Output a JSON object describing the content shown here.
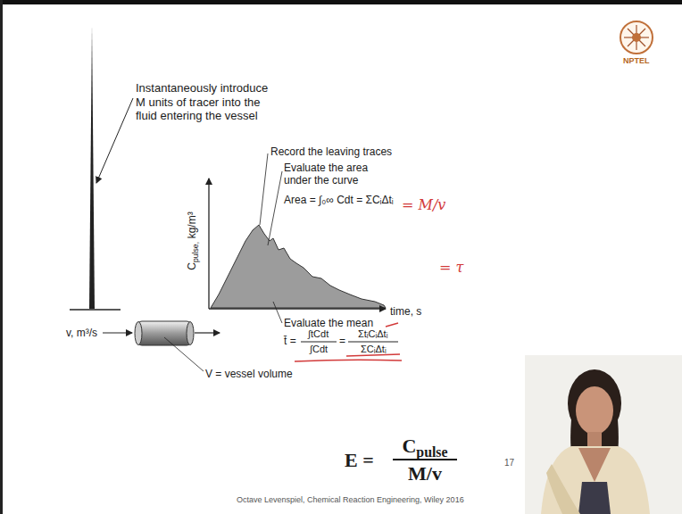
{
  "diagram": {
    "labels": [
      "Instantaneously introduce M units of tracer into the fluid entering the vessel",
      "Record the leaving traces",
      "Evaluate the area under the curve",
      "Area = ∫₀∞ Cdt = ΣCᵢΔtᵢ",
      "Evaluate the mean",
      "t̄ =",
      "∫tCdt",
      "∫Cdt",
      "=",
      "ΣtᵢCᵢΔtᵢ",
      "ΣCᵢΔtᵢ",
      "C",
      "pulse,",
      "kg/m³",
      "time, s",
      "v, m³/s",
      "V = vessel volume",
      "E =",
      "C",
      "pulse",
      "M/v",
      "= M/v",
      "= τ",
      "17",
      "Octave Levenspiel, Chemical Reaction Engineering, Wiley 2016",
      "NPTEL"
    ]
  }
}
